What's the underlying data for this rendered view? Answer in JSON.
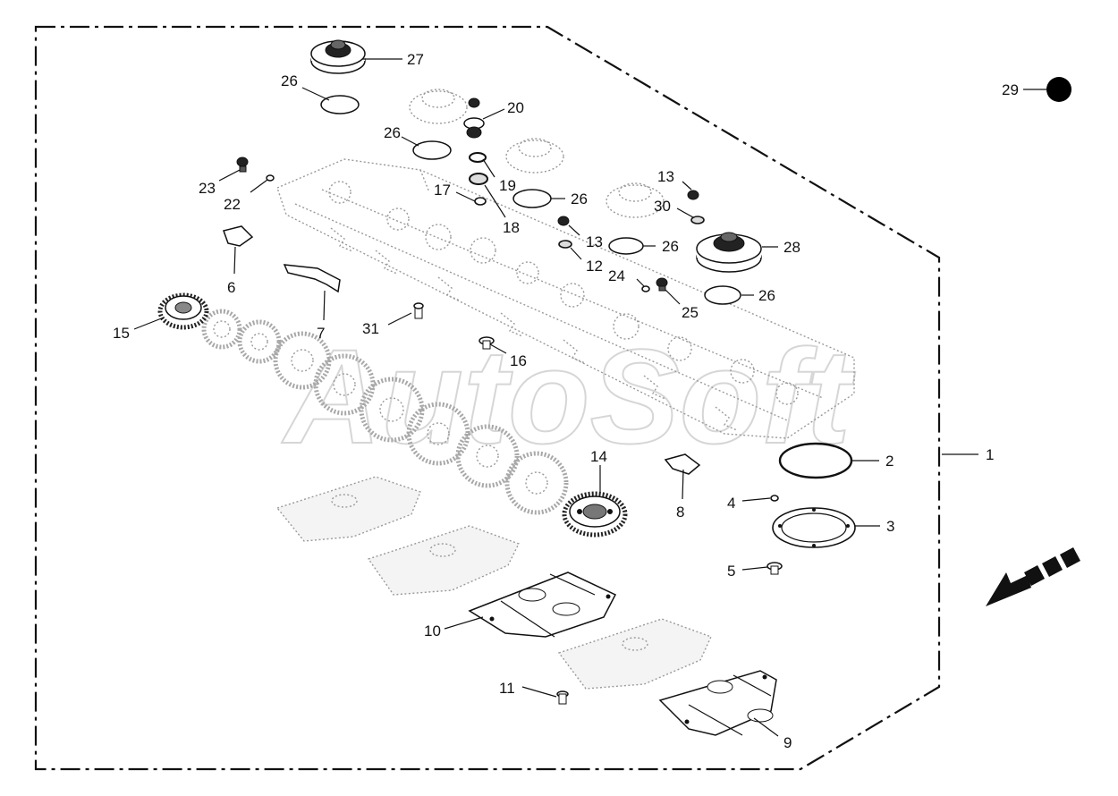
{
  "watermark": "AutoSoft",
  "callouts": {
    "c1": "1",
    "c2": "2",
    "c3": "3",
    "c4": "4",
    "c5": "5",
    "c6": "6",
    "c7": "7",
    "c8": "8",
    "c9": "9",
    "c10": "10",
    "c11": "11",
    "c12": "12",
    "c13a": "13",
    "c13b": "13",
    "c14": "14",
    "c15": "15",
    "c16": "16",
    "c17": "17",
    "c18": "18",
    "c19": "19",
    "c20": "20",
    "c22": "22",
    "c23": "23",
    "c24": "24",
    "c25": "25",
    "c26a": "26",
    "c26b": "26",
    "c26c": "26",
    "c26d": "26",
    "c26e": "26",
    "c27": "27",
    "c28": "28",
    "c29": "29",
    "c30": "30",
    "c31": "31"
  },
  "colors": {
    "line": "#111111",
    "ghost": "#9a9a9a",
    "watermark": "#d6d6d6"
  }
}
